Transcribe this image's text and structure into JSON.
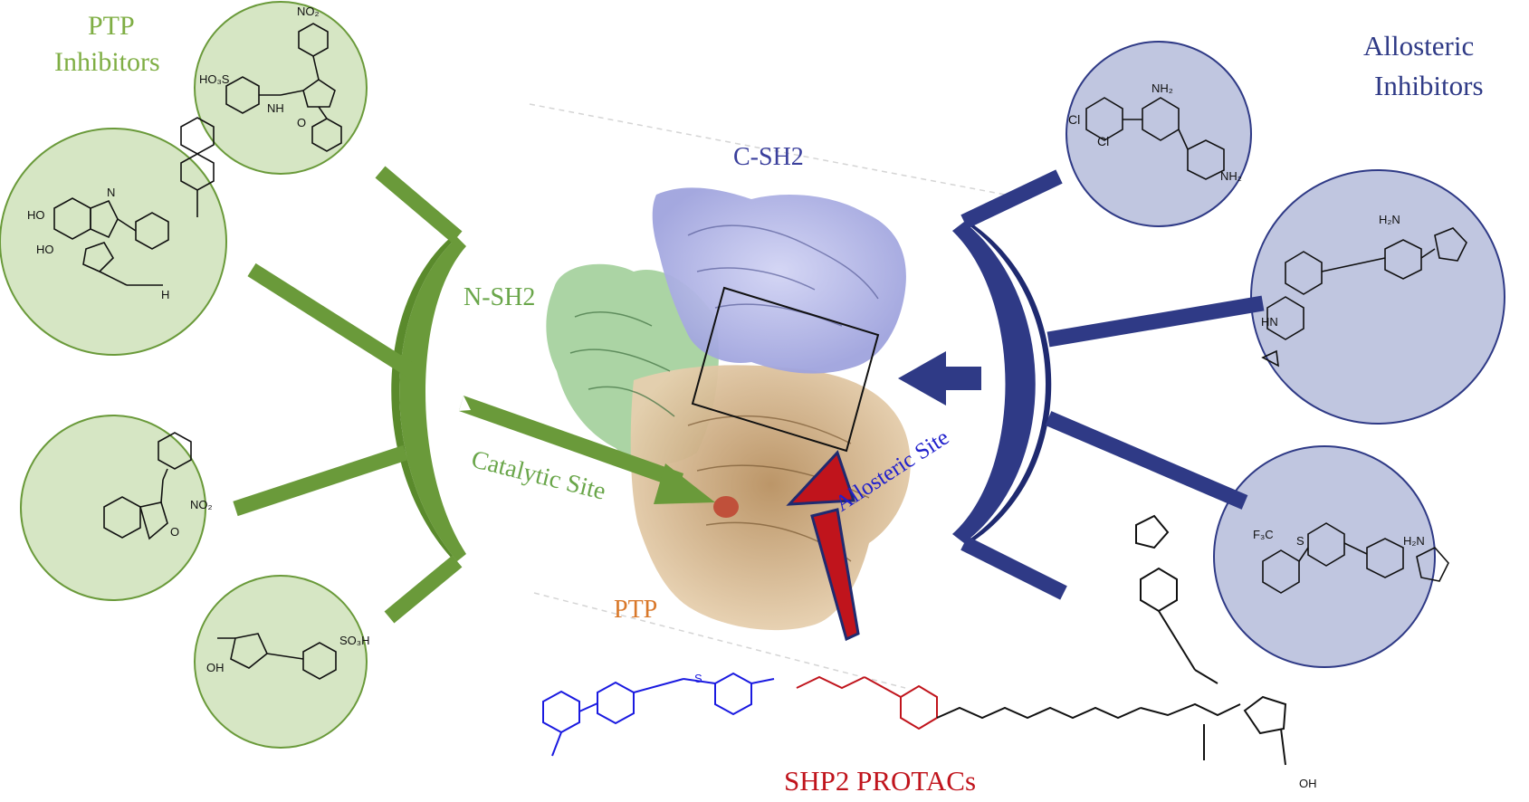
{
  "labels": {
    "ptp_inhibitors_line1": "PTP",
    "ptp_inhibitors_line2": "Inhibitors",
    "allosteric_inhibitors_line1": "Allosteric",
    "allosteric_inhibitors_line2": "Inhibitors",
    "c_sh2": "C-SH2",
    "n_sh2": "N-SH2",
    "ptp": "PTP",
    "catalytic_site": "Catalytic Site",
    "allosteric_site": "Allosteric Site",
    "shp2_protacs": "SHP2 PROTACs"
  },
  "chem_atoms": {
    "no2": "NO₂",
    "no2_b": "NO₂",
    "so3h_a": "HO₃S",
    "n": "N",
    "nh": "NH",
    "h": "H",
    "o": "O",
    "ho": "HO",
    "ho_b": "HO",
    "oh": "OH",
    "cl": "Cl",
    "cl_b": "Cl",
    "nh2": "NH₂",
    "nh2_b": "NH₂",
    "h2n": "H₂N",
    "h2n_b": "H₂N",
    "cf3": "F₃C",
    "s": "S",
    "s_b": "S",
    "hn": "HN",
    "oh_b": "OH",
    "o_b": "O",
    "so3h_b": "SO₃H"
  },
  "colors": {
    "green": "#6a9a3a",
    "green_light": "#d6e6c4",
    "green_label": "#7fae44",
    "navy": "#2f3a86",
    "navy_light": "#c0c6e0",
    "blue_text": "#2020cc",
    "red": "#c0141c",
    "orange": "#d9782a"
  }
}
